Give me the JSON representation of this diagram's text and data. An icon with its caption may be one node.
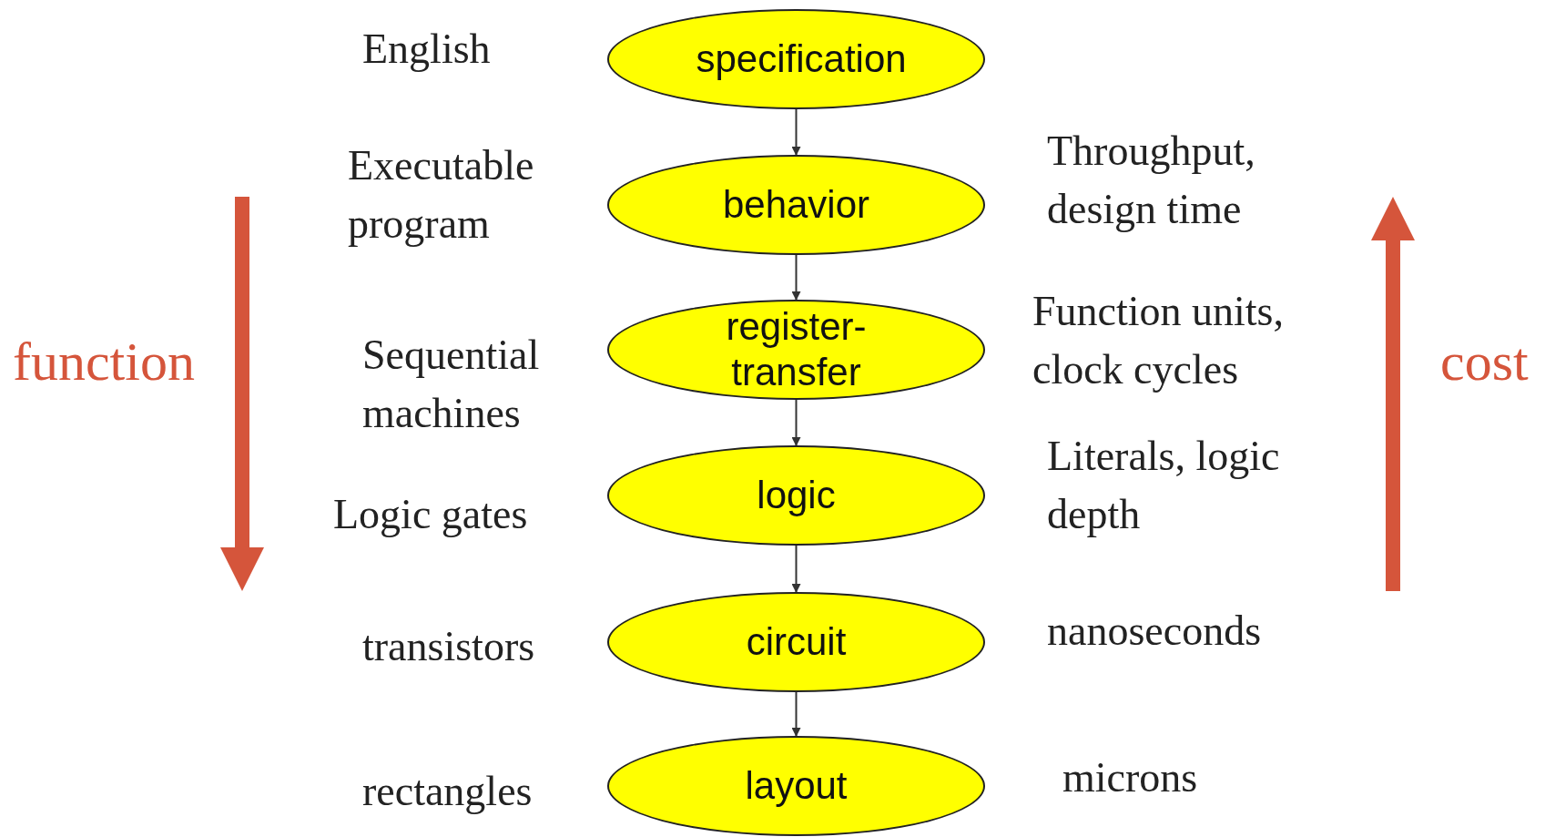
{
  "diagram": {
    "nodes": [
      {
        "text": [
          "specification"
        ],
        "beside": [
          "English"
        ]
      },
      {
        "text": [
          "behavior"
        ],
        "beside": [
          "Executable program",
          "Throughput, design time"
        ]
      },
      {
        "text": [
          "register-transfer"
        ],
        "beside": [
          "Sequential machines",
          "Function units, clock cycles"
        ]
      },
      {
        "text": [
          "logic"
        ],
        "beside": [
          "Logic gates",
          "Literals, logic depth"
        ]
      },
      {
        "text": [
          "circuit"
        ],
        "beside": [
          "transistors",
          "nanoseconds"
        ]
      },
      {
        "text": [
          "layout"
        ],
        "beside": [
          "rectangles",
          "microns"
        ]
      }
    ],
    "edges": [
      {
        "from": 0,
        "to": 1,
        "arrow": "to"
      },
      {
        "from": 1,
        "to": 2,
        "arrow": "to"
      },
      {
        "from": 2,
        "to": 3,
        "arrow": "to"
      },
      {
        "from": 3,
        "to": 4,
        "arrow": "to"
      },
      {
        "from": 4,
        "to": 5,
        "arrow": "to"
      }
    ],
    "labels": [
      "function",
      "cost"
    ]
  }
}
